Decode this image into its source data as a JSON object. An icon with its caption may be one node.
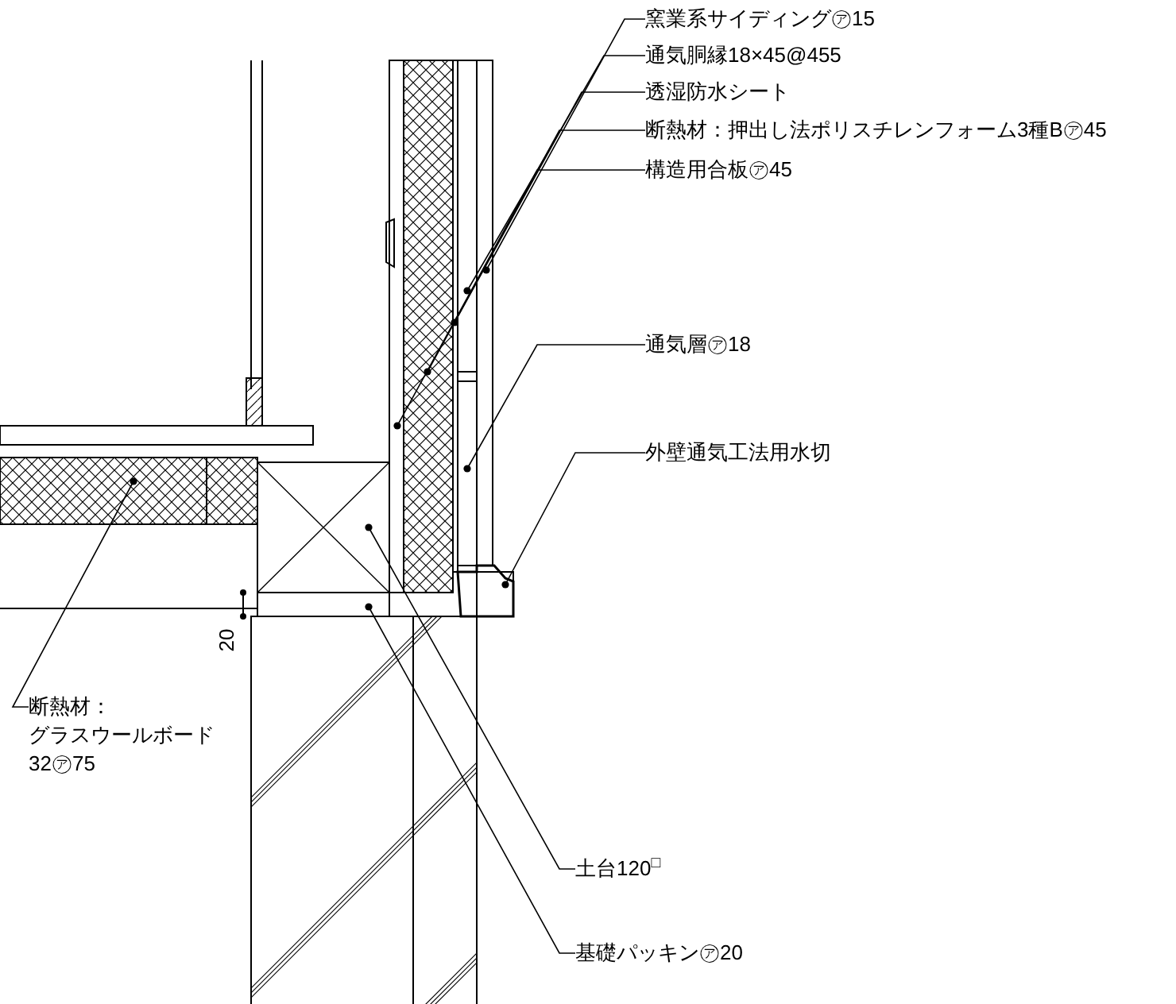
{
  "diagram": {
    "nodes": [
      {
        "text": [
          "窯業系サイディング㋐15"
        ]
      },
      {
        "text": [
          "通気胴縁18×45@455"
        ]
      },
      {
        "text": [
          "透湿防水シート"
        ]
      },
      {
        "text": [
          "断熱材：押出し法ポリスチレンフォーム3種B㋐45"
        ]
      },
      {
        "text": [
          "構造用合板㋐45"
        ]
      },
      {
        "text": [
          "通気層㋐18"
        ]
      },
      {
        "text": [
          "外壁通気工法用水切"
        ]
      },
      {
        "text": [
          "断熱材：",
          "グラスウールボード",
          "32㋐75"
        ]
      },
      {
        "text": [
          "土台120$^{□}$"
        ]
      },
      {
        "text": [
          "基礎パッキン㋐20"
        ]
      },
      {
        "text": [],
        "shape": "box"
      },
      {
        "text": [],
        "shape": "box"
      },
      {
        "text": [],
        "shape": "box"
      },
      {
        "text": [],
        "shape": "box"
      },
      {
        "text": [],
        "shape": "box"
      },
      {
        "text": [],
        "shape": "box"
      },
      {
        "text": [],
        "shape": "box"
      },
      {
        "text": [],
        "shape": "box"
      },
      {
        "text": [],
        "shape": "box"
      },
      {
        "text": [],
        "shape": "box"
      }
    ],
    "edges": [
      {
        "from": 0,
        "to": 10,
        "arrow": "other"
      },
      {
        "from": 1,
        "to": 11,
        "arrow": "other"
      },
      {
        "from": 2,
        "to": 12,
        "arrow": "other"
      },
      {
        "from": 3,
        "to": 13,
        "arrow": "other"
      },
      {
        "from": 4,
        "to": 14,
        "arrow": "other"
      },
      {
        "from": 5,
        "to": 15,
        "arrow": "other"
      },
      {
        "from": 6,
        "to": 16,
        "arrow": "other"
      },
      {
        "from": 7,
        "to": 17,
        "arrow": "other"
      },
      {
        "from": 8,
        "to": 18,
        "arrow": "other"
      },
      {
        "from": 9,
        "to": 19,
        "arrow": "other"
      }
    ],
    "labels": [
      "20"
    ]
  }
}
